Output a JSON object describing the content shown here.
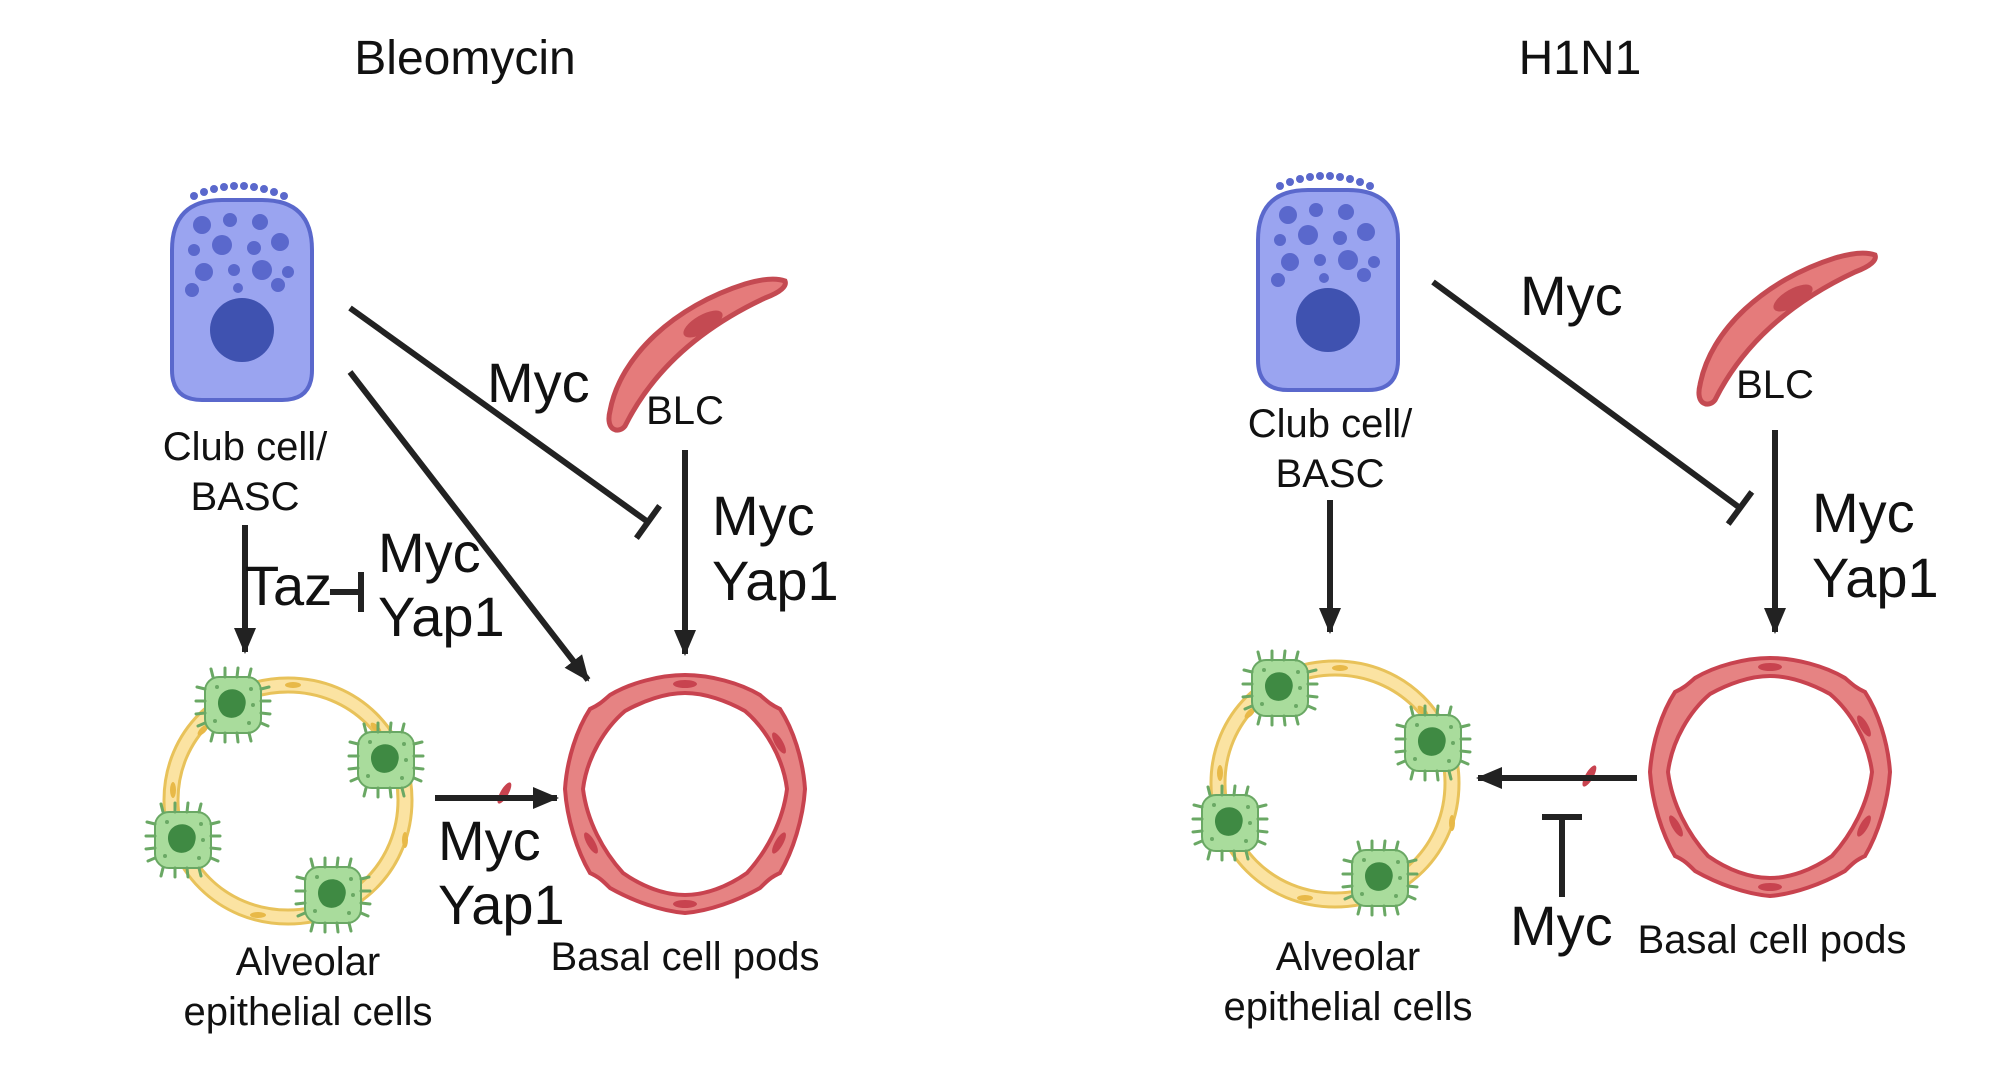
{
  "colors": {
    "club_cell_fill": "#9aa4f0",
    "club_cell_stroke": "#5a68cc",
    "club_nucleus": "#3f52b0",
    "blc_fill": "#e57b7b",
    "blc_stroke": "#c44a52",
    "basal_pod_fill": "#e68383",
    "basal_pod_stroke": "#c8434f",
    "alveolar_wall_fill": "#fbe3a2",
    "alveolar_wall_stroke": "#e8c25a",
    "alveolar_cell_fill": "#a9dc9c",
    "alveolar_cell_stroke": "#6aa864",
    "alveolar_nucleus": "#3f8a43",
    "arrow": "#222222"
  },
  "icons": {
    "club_cell": "club-cell-icon",
    "blc": "blc-icon",
    "basal_pods": "basal-cell-pods-icon",
    "alveolar": "alveolar-epithelial-cells-icon"
  },
  "panels": {
    "bleomycin": {
      "title": "Bleomycin",
      "club_label_1": "Club cell/",
      "club_label_2": "BASC",
      "blc_label": "BLC",
      "alveolar_label_1": "Alveolar",
      "alveolar_label_2": "epithelial cells",
      "basal_label": "Basal cell pods",
      "taz": "Taz",
      "club_to_alveolar_1": "Myc",
      "club_to_alveolar_2": "Yap1",
      "club_inhibit_basal": "Myc",
      "blc_to_basal_1": "Myc",
      "blc_to_basal_2": "Yap1",
      "alveolar_to_basal_1": "Myc",
      "alveolar_to_basal_2": "Yap1"
    },
    "h1n1": {
      "title": "H1N1",
      "club_label_1": "Club cell/",
      "club_label_2": "BASC",
      "blc_label": "BLC",
      "alveolar_label_1": "Alveolar",
      "alveolar_label_2": "epithelial cells",
      "basal_label": "Basal cell pods",
      "club_inhibit_basal": "Myc",
      "blc_to_basal_1": "Myc",
      "blc_to_basal_2": "Yap1",
      "basal_to_alveolar_inhibitor": "Myc"
    }
  }
}
